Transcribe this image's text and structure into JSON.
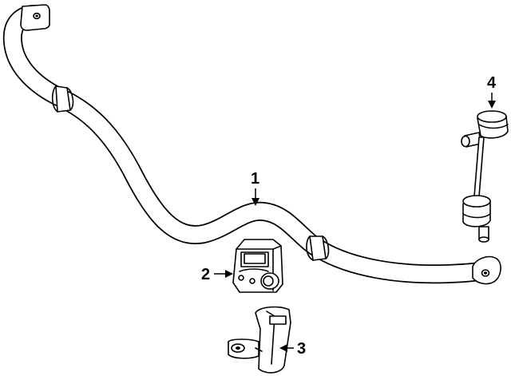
{
  "callouts": [
    {
      "id": "1",
      "text": "1",
      "part": "stabilizer-bar"
    },
    {
      "id": "2",
      "text": "2",
      "part": "bushing"
    },
    {
      "id": "3",
      "text": "3",
      "part": "bracket"
    },
    {
      "id": "4",
      "text": "4",
      "part": "stabilizer-link"
    }
  ],
  "colors": {
    "line": "#000000",
    "background": "#ffffff"
  }
}
